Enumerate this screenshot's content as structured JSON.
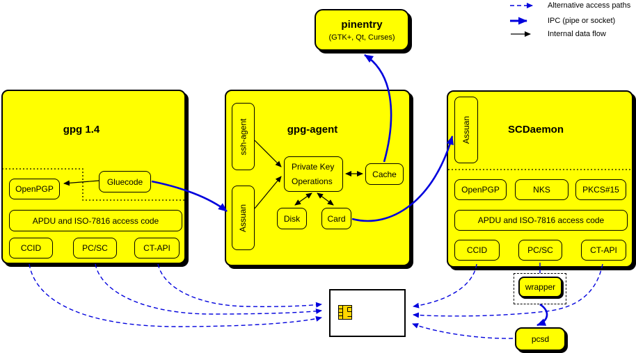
{
  "colors": {
    "box_yellow": "#ffff00",
    "arrow_blue": "#0000dd",
    "line_black": "#000000",
    "chip_gold": "#ffd700",
    "card_white": "#ffffff"
  },
  "legend": {
    "alternative": "Alternative access paths",
    "ipc": "IPC (pipe or socket)",
    "internal": "Internal data flow"
  },
  "pinentry": {
    "title": "pinentry",
    "subtitle": "(GTK+, Qt, Curses)"
  },
  "gpg14": {
    "title": "gpg 1.4",
    "openpgp": "OpenPGP",
    "gluecode": "Gluecode",
    "apdu": "APDU and ISO-7816 access code",
    "ccid": "CCID",
    "pcsc": "PC/SC",
    "ctapi": "CT-API"
  },
  "gpgagent": {
    "title": "gpg-agent",
    "sshagent": "ssh-agent",
    "assuan": "Assuan",
    "pko1": "Private Key",
    "pko2": "Operations",
    "cache": "Cache",
    "disk": "Disk",
    "card": "Card"
  },
  "scdaemon": {
    "title": "SCDaemon",
    "assuan": "Assuan",
    "openpgp": "OpenPGP",
    "nks": "NKS",
    "pkcs15": "PKCS#15",
    "apdu": "APDU and ISO-7816 access code",
    "ccid": "CCID",
    "pcsc": "PC/SC",
    "ctapi": "CT-API",
    "wrapper": "wrapper"
  },
  "pcsd": {
    "label": "pcsd"
  }
}
